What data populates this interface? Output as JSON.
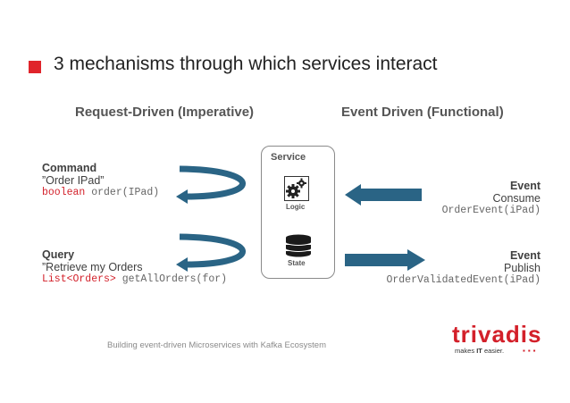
{
  "slide": {
    "title": "3 mechanisms through which services interact",
    "columns": {
      "left_heading": "Request-Driven (Imperative)",
      "right_heading": "Event Driven (Functional)"
    },
    "command": {
      "title": "Command",
      "description": "”Order IPad”",
      "code_type": "boolean",
      "code_call": " order(IPad)"
    },
    "query": {
      "title": "Query",
      "description": "”Retrieve my Orders",
      "code_type": "List<Orders>",
      "code_call": " getAllOrders(for)"
    },
    "event_consume": {
      "title": "Event",
      "action": "Consume",
      "code": "OrderEvent(iPad)"
    },
    "event_publish": {
      "title": "Event",
      "action": "Publish",
      "code": "OrderValidatedEvent(iPad)"
    },
    "service": {
      "title": "Service",
      "logic_label": "Logic",
      "state_label": "State"
    },
    "footer": "Building event-driven Microservices with Kafka Ecosystem",
    "brand": {
      "name": "trivadis",
      "tagline_prefix": "makes ",
      "tagline_strong": "IT",
      "tagline_suffix": " easier.",
      "dots": "▪▪▪"
    }
  },
  "colors": {
    "accent_red": "#e0242b",
    "arrow_blue": "#2a6485",
    "text_gray": "#404040"
  },
  "icons": [
    "gears-icon",
    "database-icon",
    "curved-arrow-icon",
    "arrow-left-icon",
    "arrow-right-icon"
  ]
}
